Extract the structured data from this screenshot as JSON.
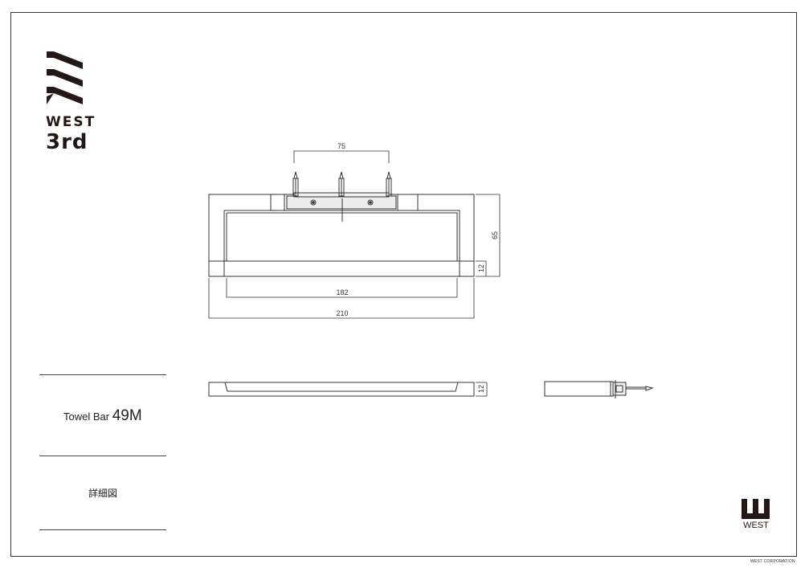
{
  "brand": {
    "line1": "WEST",
    "line2": "3rd"
  },
  "title_block": {
    "product_name": "Towel Bar",
    "model": "49M",
    "subtitle": "詳細図"
  },
  "dimensions": {
    "front_top": "75",
    "front_right": "65",
    "front_right_small": "12",
    "front_inner": "182",
    "front_overall": "210",
    "bottom_view_height": "12"
  },
  "corner_logo": {
    "text": "WEST"
  },
  "footer": {
    "corporation": "WEST CORPORATION"
  }
}
